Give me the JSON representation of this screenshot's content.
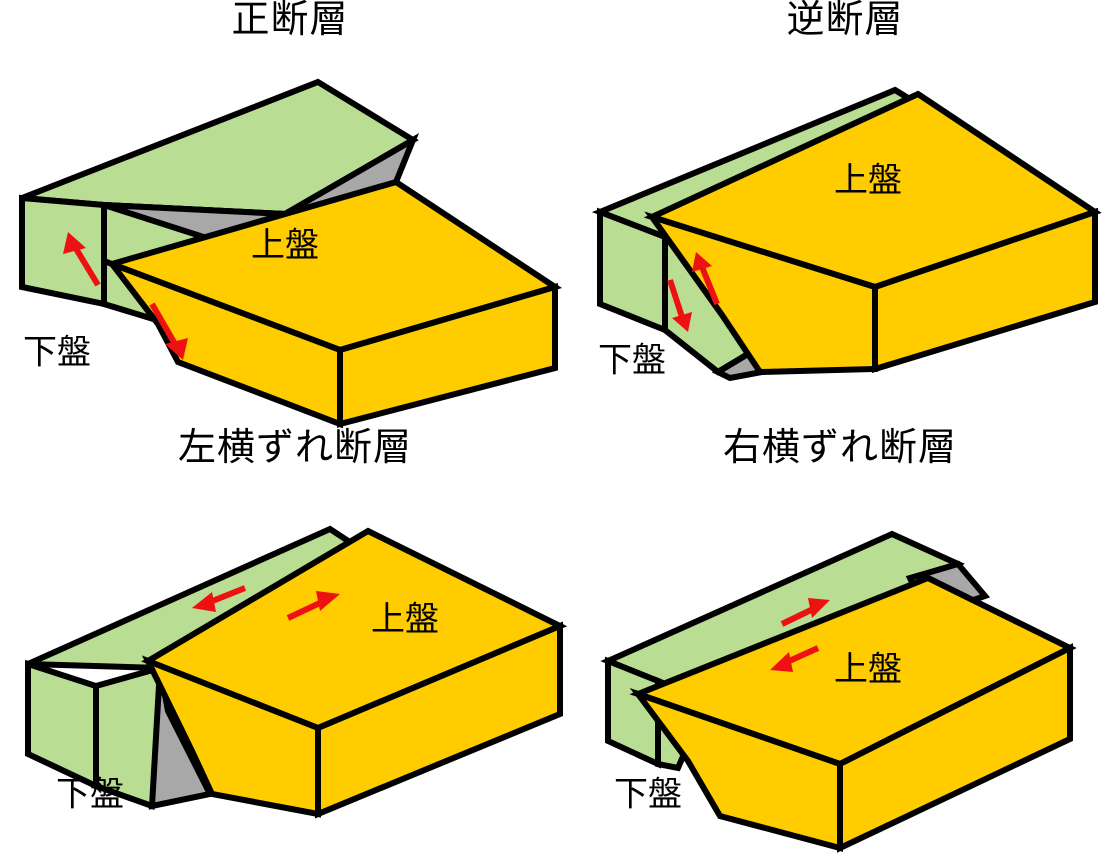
{
  "page": {
    "background": "#ffffff",
    "language": "ja",
    "subject": "fault-types-block-diagrams"
  },
  "colors": {
    "green_block": "#b9dd92",
    "green_block_side": "#b9dd92",
    "yellow_block": "#ffcc00",
    "fault_plane_gray": "#a8a8a8",
    "outline": "#000000",
    "arrow_red": "#ee1111",
    "text": "#000000"
  },
  "labels": {
    "hanging_wall": "上盤",
    "foot_wall": "下盤"
  },
  "panels": [
    {
      "id": "normal-fault",
      "title": "正断層",
      "hanging_wall_label": "上盤",
      "foot_wall_label": "下盤",
      "arrows": [
        {
          "name": "footwall-up-arrow",
          "direction": "up-left",
          "color": "#ee1111"
        },
        {
          "name": "hangingwall-down-arrow",
          "direction": "down-right",
          "color": "#ee1111"
        }
      ]
    },
    {
      "id": "reverse-fault",
      "title": "逆断層",
      "hanging_wall_label": "上盤",
      "foot_wall_label": "下盤",
      "arrows": [
        {
          "name": "footwall-down-arrow",
          "direction": "down-left",
          "color": "#ee1111"
        },
        {
          "name": "hangingwall-up-arrow",
          "direction": "up-right",
          "color": "#ee1111"
        }
      ]
    },
    {
      "id": "left-lateral-fault",
      "title": "左横ずれ断層",
      "hanging_wall_label": "上盤",
      "foot_wall_label": "下盤",
      "arrows": [
        {
          "name": "footwall-left-arrow",
          "direction": "left",
          "color": "#ee1111"
        },
        {
          "name": "hangingwall-right-arrow",
          "direction": "right",
          "color": "#ee1111"
        }
      ]
    },
    {
      "id": "right-lateral-fault",
      "title": "右横ずれ断層",
      "hanging_wall_label": "上盤",
      "foot_wall_label": "下盤",
      "arrows": [
        {
          "name": "footwall-right-arrow",
          "direction": "right",
          "color": "#ee1111"
        },
        {
          "name": "hangingwall-left-arrow",
          "direction": "left",
          "color": "#ee1111"
        }
      ]
    }
  ]
}
